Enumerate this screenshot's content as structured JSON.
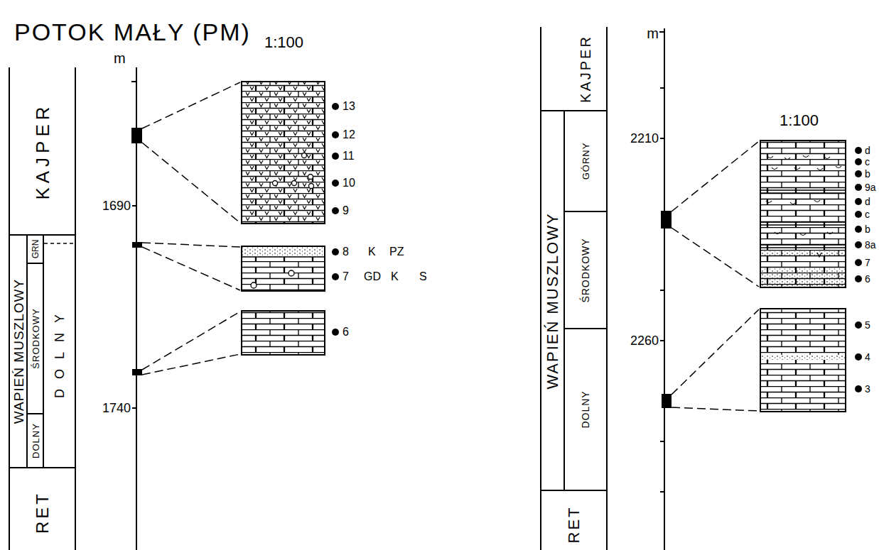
{
  "diagram": {
    "title": "POTOK MAŁY (PM)",
    "nodes": [
      {
        "text": [
          "KAJPER"
        ]
      },
      {
        "text": [
          "WAPIEŃ MUSZLOWY"
        ]
      },
      {
        "text": [
          "GRN"
        ]
      },
      {
        "text": [
          "ŚRODKOWY"
        ]
      },
      {
        "text": [
          "DOLNY"
        ]
      },
      {
        "text": [
          "DOLNY"
        ]
      },
      {
        "text": [
          "RET"
        ]
      },
      {
        "text": [
          "KAJPER"
        ]
      },
      {
        "text": [
          "WAPIEŃ MUSZLOWY"
        ]
      },
      {
        "text": [
          "GÓRNY"
        ]
      },
      {
        "text": [
          "ŚRODKOWY"
        ]
      },
      {
        "text": [
          "DOLNY"
        ]
      },
      {
        "text": [
          "RET"
        ]
      }
    ],
    "labels": [
      "1:100",
      "m",
      "1690",
      "1740",
      "13",
      "12",
      "11",
      "10",
      "9",
      "8",
      "K",
      "PZ",
      "7",
      "GD",
      "K",
      "S",
      "6",
      "m",
      "2210",
      "2260",
      "1:100",
      "d",
      "c",
      "b",
      "9a",
      "d",
      "c",
      "b",
      "8a",
      "7",
      "6",
      "5",
      "4",
      "3"
    ]
  }
}
